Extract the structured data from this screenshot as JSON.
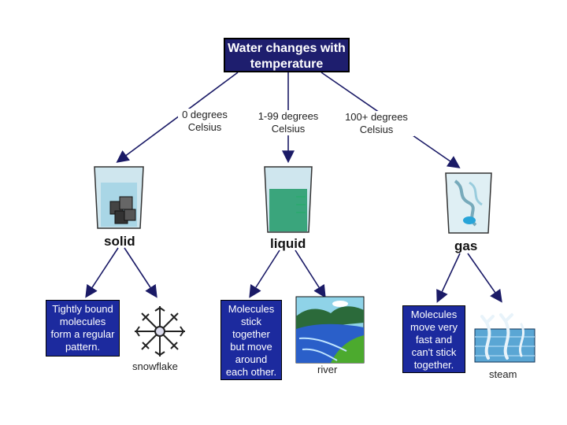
{
  "title": "Water changes with temperature",
  "temperatures": {
    "solid": [
      "0 degrees",
      "Celsius"
    ],
    "liquid": [
      "1-99 degrees",
      "Celsius"
    ],
    "gas": [
      "100+ degrees",
      "Celsius"
    ]
  },
  "states": {
    "solid": "solid",
    "liquid": "liquid",
    "gas": "gas"
  },
  "descriptions": {
    "solid": [
      "Tightly bound",
      "molecules",
      "form a regular",
      "pattern."
    ],
    "liquid": [
      "Molecules",
      "stick",
      "together",
      "but move",
      "around",
      "each other."
    ],
    "gas": [
      "Molecules",
      "move very",
      "fast and",
      "can't stick",
      "together."
    ]
  },
  "captions": {
    "snowflake": "snowflake",
    "river": "river",
    "steam": "steam"
  },
  "colors": {
    "title_bg": "#1e1e6e",
    "desc_bg": "#1c2a9e",
    "arrow": "#1a1a66",
    "water": "#3aa57c"
  },
  "icons": [
    "beaker-ice-icon",
    "beaker-water-icon",
    "beaker-steam-icon",
    "snowflake-icon",
    "river-icon",
    "steam-icon"
  ]
}
